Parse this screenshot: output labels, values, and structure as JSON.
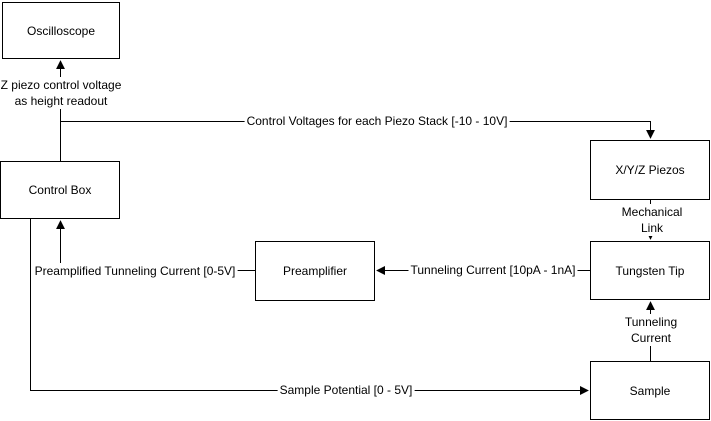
{
  "nodes": {
    "oscilloscope": {
      "label": "Oscilloscope"
    },
    "control_box": {
      "label": "Control Box"
    },
    "xyz_piezos": {
      "label": "X/Y/Z Piezos"
    },
    "preamplifier": {
      "label": "Preamplifier"
    },
    "tungsten_tip": {
      "label": "Tungsten Tip"
    },
    "sample": {
      "label": "Sample"
    }
  },
  "edge_labels": {
    "z_piezo_readout": "Z piezo control voltage\nas height readout",
    "control_voltages": "Control Voltages for each Piezo Stack [-10 - 10V]",
    "mechanical_link": "Mechanical Link",
    "tunneling_range": "Tunneling Current [10pA - 1nA]",
    "preamplified": "Preamplified Tunneling Current [0-5V]",
    "tunneling_current": "Tunneling Current",
    "sample_potential": "Sample Potential [0 - 5V]"
  },
  "colors": {
    "line": "#000000",
    "box_fill": "#ffffff",
    "text": "#000000",
    "background": "#ffffff"
  }
}
